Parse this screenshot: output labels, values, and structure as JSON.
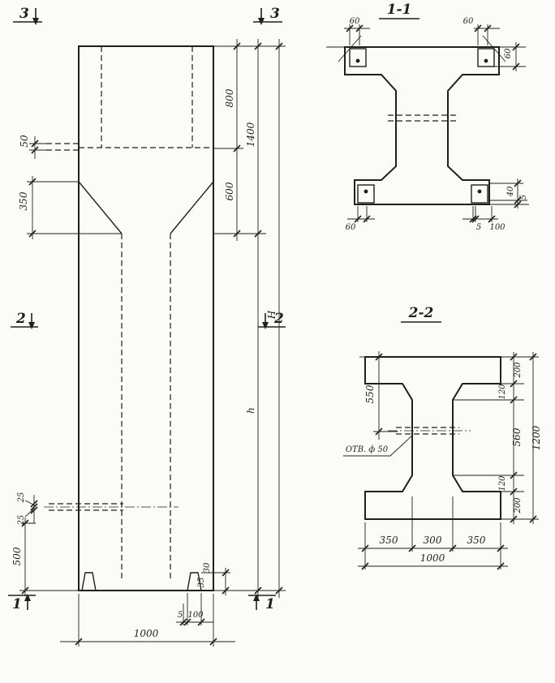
{
  "drawing": {
    "paper_color": "#fbfbf8",
    "ink_color": "#1f1f1f",
    "elevation": {
      "marks": {
        "top_left": "3",
        "top_right": "3",
        "mid_left": "2",
        "mid_right": "2",
        "bottom_left": "1",
        "bottom_right": "1"
      },
      "dims": {
        "d800": "800",
        "d1400": "1400",
        "d600": "600",
        "d50": "50",
        "d350": "350",
        "dH": "H",
        "dh": "h",
        "d25a": "25",
        "d25b": "25",
        "d500": "500",
        "d1000": "1000",
        "d5": "5",
        "d100": "100",
        "d30": "30",
        "d35": "35"
      }
    },
    "section1": {
      "title": "1-1",
      "dims": {
        "d60_tl": "60",
        "d60_tr": "60",
        "d60_side": "60",
        "d60_bl": "60",
        "d5_b": "5",
        "d100_b": "100",
        "d40_r": "40",
        "d5_r": "5"
      }
    },
    "section2": {
      "title": "2-2",
      "hole_label": "ОТВ. ф 50",
      "dims": {
        "d550": "550",
        "d200_t": "200",
        "d120_t": "120",
        "d560": "560",
        "d1200": "1200",
        "d120_b": "120",
        "d200_b": "200",
        "d350_l": "350",
        "d300": "300",
        "d350_r": "350",
        "d1000": "1000"
      }
    }
  }
}
